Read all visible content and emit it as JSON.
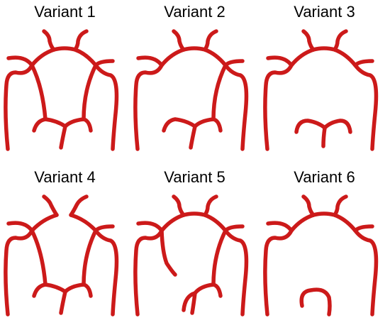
{
  "vessel_color": "#cc1a1a",
  "panels": [
    {
      "label": "Variant 1"
    },
    {
      "label": "Variant 2"
    },
    {
      "label": "Variant 3"
    },
    {
      "label": "Variant 4"
    },
    {
      "label": "Variant 5"
    },
    {
      "label": "Variant 6"
    }
  ]
}
